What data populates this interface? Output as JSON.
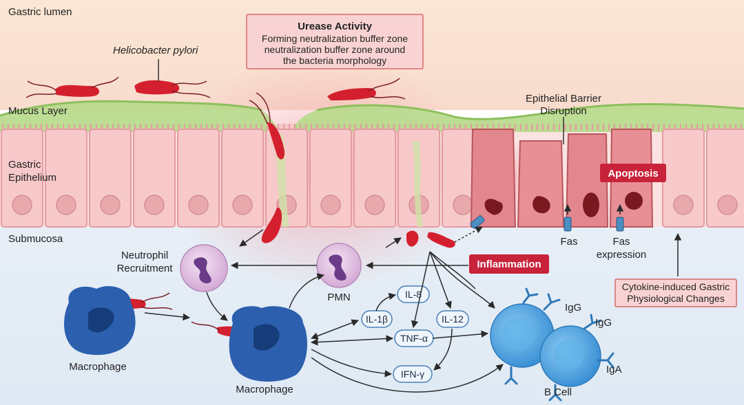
{
  "regions": {
    "lumen": "Gastric lumen",
    "mucus": "Mucus Layer",
    "epithelium_1": "Gastric",
    "epithelium_2": "Epithelium",
    "submucosa": "Submucosa"
  },
  "bacteria_label": "Helicobacter pylori",
  "urease_box": {
    "title": "Urease Activity",
    "line1": "Forming neutralization buffer zone",
    "line2": "neutralization buffer zone around",
    "line3": "the bacteria morphology"
  },
  "barrier": {
    "line1": "Epithelial Barrier",
    "line2": "Disruption"
  },
  "apoptosis": "Apoptosis",
  "inflammation": "Inflammation",
  "fas": "Fas",
  "fas_expr_1": "Fas",
  "fas_expr_2": "expression",
  "neutrophil_1": "Neutrophil",
  "neutrophil_2": "Recruitment",
  "pmn": "PMN",
  "macrophage_left": "Macrophage",
  "macrophage_center": "Macrophage",
  "cytokines": {
    "il8": "IL-8",
    "il1b": "IL-1β",
    "il12": "IL-12",
    "tnfa": "TNF-α",
    "ifng": "IFN-γ"
  },
  "antibodies": {
    "igg1": "IgG",
    "igg2": "IgG",
    "iga": "IgA"
  },
  "bcell": "B Cell",
  "cytokine_box": {
    "line1": "Cytokine-induced Gastric",
    "line2": "Physiological Changes"
  },
  "colors": {
    "badge_red": "#c8233a",
    "box_fill": "#f9d3d3",
    "box_stroke": "#d86a6a",
    "cell_fill": "#f7c9cb",
    "bacteria": "#d4202e",
    "macrophage": "#2c5fae",
    "bcell": "#4aa3e0"
  }
}
